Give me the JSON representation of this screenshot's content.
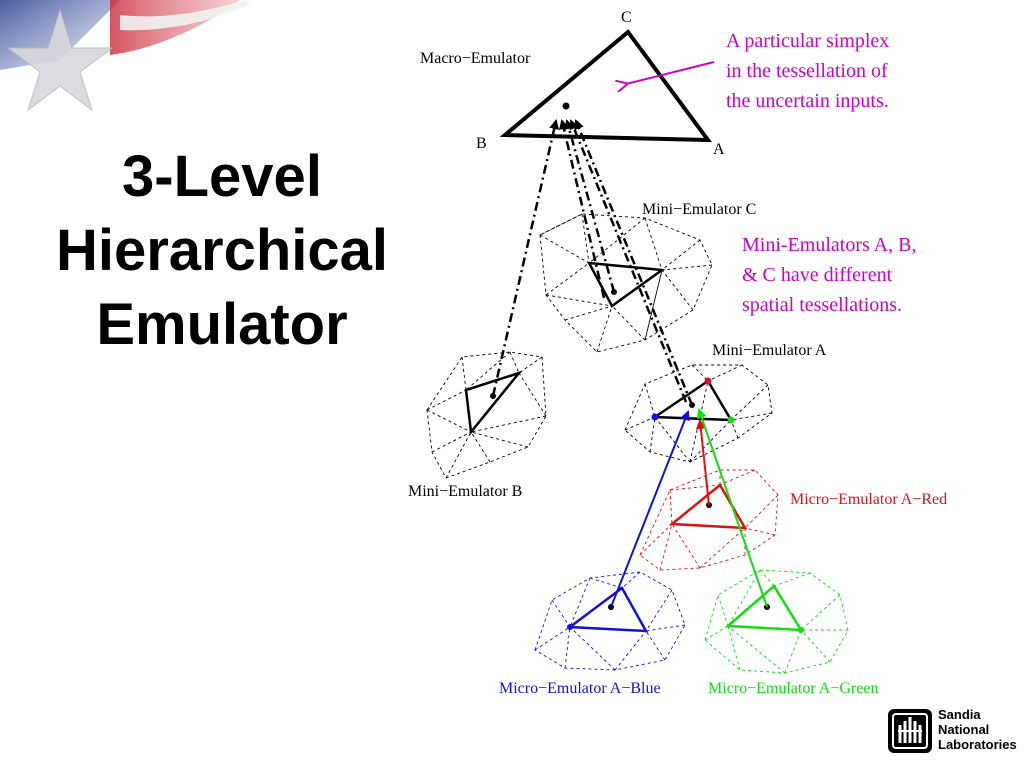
{
  "slide": {
    "title_lines": [
      "3-Level",
      "Hierarchical",
      "Emulator"
    ]
  },
  "diagram": {
    "labels": {
      "macro": "Macro−Emulator",
      "vertex_c": "C",
      "vertex_b": "B",
      "vertex_a": "A",
      "mini_c": "Mini−Emulator C",
      "mini_b": "Mini−Emulator B",
      "mini_a": "Mini−Emulator A",
      "micro_red": "Micro−Emulator A−Red",
      "micro_blue": "Micro−Emulator A−Blue",
      "micro_green": "Micro−Emulator A−Green"
    },
    "annotations": {
      "simplex": [
        "A particular simplex",
        "in the tessellation of",
        "the uncertain inputs."
      ],
      "mini": [
        "Mini-Emulators A, B,",
        "& C have different",
        "spatial tessellations."
      ]
    }
  },
  "logo": {
    "lines": [
      "Sandia",
      "National",
      "Laboratories"
    ]
  },
  "colors": {
    "annotation": "#cc00cc",
    "red": "#dd1111",
    "blue": "#1111dd",
    "green": "#11dd11",
    "black": "#000000"
  }
}
